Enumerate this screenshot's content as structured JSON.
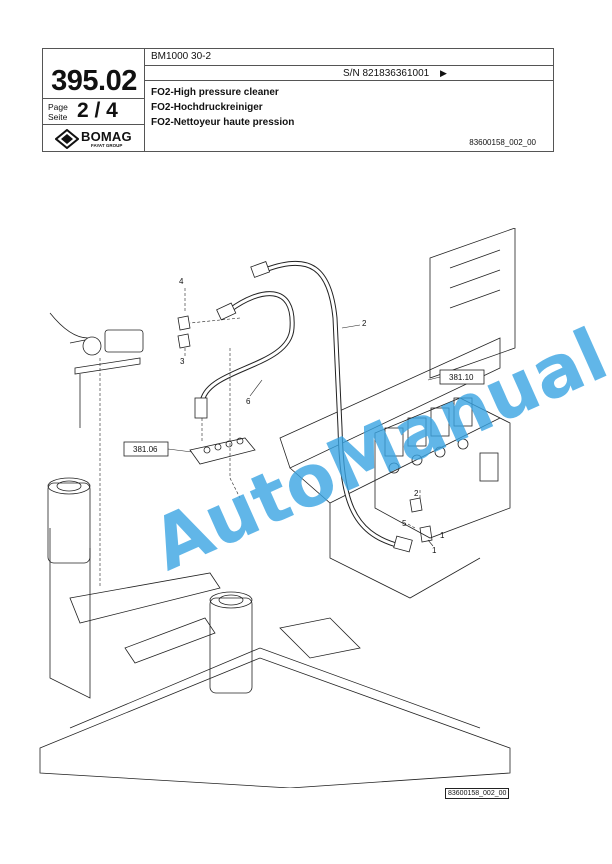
{
  "header": {
    "model": "BM1000 30-2",
    "doc_number": "395.02",
    "page_label_en": "Page",
    "page_label_de": "Seite",
    "page": "2 / 4",
    "serial": "S/N 821836361001",
    "serial_arrow": "▶",
    "title_en": "FO2-High pressure cleaner",
    "title_de": "FO2-Hochdruckreiniger",
    "title_fr": "FO2-Nettoyeur haute pression",
    "ref_code": "83600158_002_00",
    "logo_text": "BOMAG",
    "logo_sub": "FAYAT GROUP"
  },
  "drawing": {
    "callouts": {
      "c1a": "1",
      "c1b": "1",
      "c2a": "2",
      "c2b": "2",
      "c3": "3",
      "c4": "4",
      "c5": "5",
      "c6": "6"
    },
    "ref_boxes": {
      "r1": "381.10",
      "r2": "381.06"
    },
    "figure_code": "83600158_002_00"
  },
  "watermark": "AutoManual",
  "colors": {
    "watermark": "#3aa5e3",
    "line": "#222222"
  }
}
